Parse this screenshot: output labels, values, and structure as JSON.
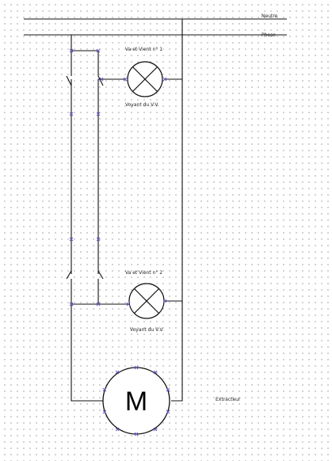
{
  "rails": {
    "neutral_label": "Neutre",
    "phase_label": "Phase"
  },
  "lamp1": {
    "top_label": "Va et Vient n° 1",
    "bottom_label": "Voyant du V.V."
  },
  "lamp2": {
    "top_label": "Va et Vient n° 2",
    "bottom_label": "Voyant du V.V."
  },
  "motor": {
    "letter": "M",
    "label": "Extracteur"
  },
  "colors": {
    "wire": "#111111",
    "connection_marker": "#6a5acd",
    "grid_dot": "#c4c4c4"
  }
}
